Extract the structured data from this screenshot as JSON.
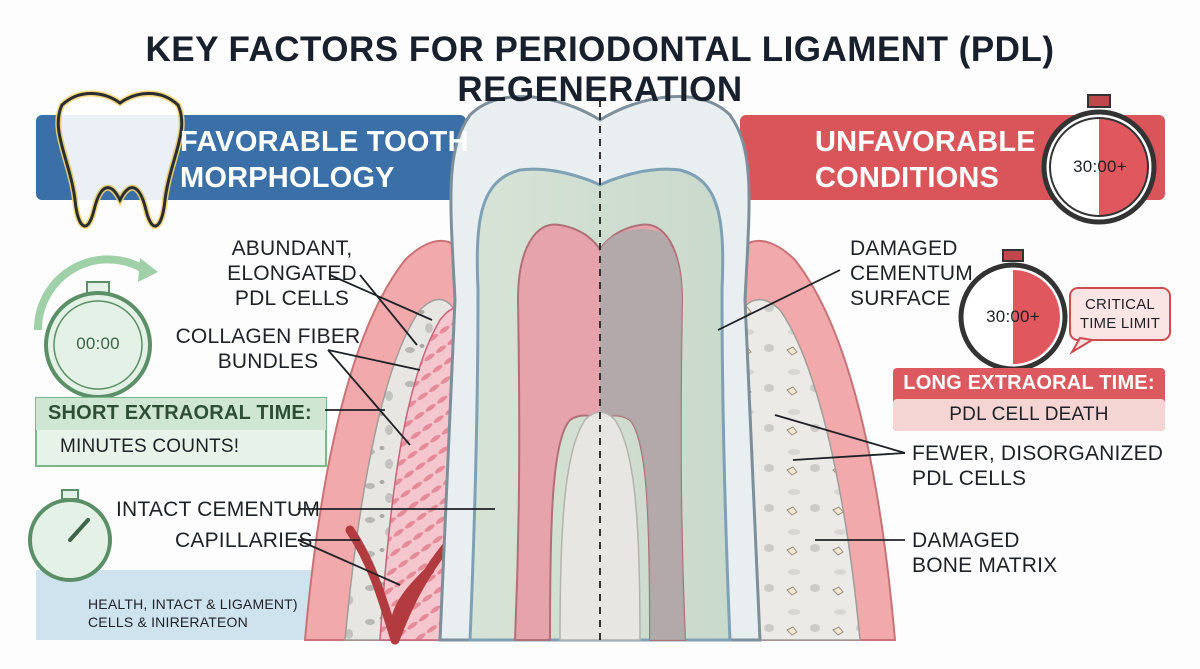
{
  "title": "KEY FACTORS FOR PERIODONTAL LIGAMENT (PDL) REGENERATION",
  "left_banner": {
    "line1": "FAVORABLE TOOTH",
    "line2": "MORPHOLOGY"
  },
  "right_banner": {
    "line1": "UNFAVORABLE",
    "line2": "CONDITIONS"
  },
  "left_labels": {
    "pdl_cells": [
      "ABUNDANT,",
      "ELONGATED",
      "PDL CELLS"
    ],
    "collagen": [
      "COLLAGEN FIBER",
      "BUNDLES"
    ],
    "cementum": "INTACT CEMENTUM",
    "capillaries": "CAPILLARIES"
  },
  "short_time": {
    "line1": "SHORT EXTRAORAL TIME:",
    "line2": "MINUTES COUNTS!"
  },
  "health_box": {
    "line1": "HEALTH, INTACT & LIGAMENT)",
    "line2": "CELLS & INIRERATEON"
  },
  "clocks": {
    "left_reading": "00:00",
    "right_reading": "30:00+"
  },
  "right_labels": {
    "cementum": [
      "DAMAGED",
      "CEMENTUM",
      "SURFACE"
    ],
    "critical": [
      "CRITICAL",
      "TIME LIMIT"
    ],
    "fewer_cells": [
      "FEWER, DISORGANIZED",
      "PDL CELLS"
    ],
    "bone": [
      "DAMAGED",
      "BONE MATRIX"
    ]
  },
  "long_time": {
    "line1": "LONG EXTRAORAL TIME:",
    "line2": "PDL CELL DEATH"
  },
  "colors": {
    "blue": "#3a6fa8",
    "red": "#d9555a",
    "green": "#7db68a",
    "gum_pink": "#f0a8ab",
    "ligament_pink": "#f2b9c2",
    "bone_gray": "#e6e4e0"
  }
}
